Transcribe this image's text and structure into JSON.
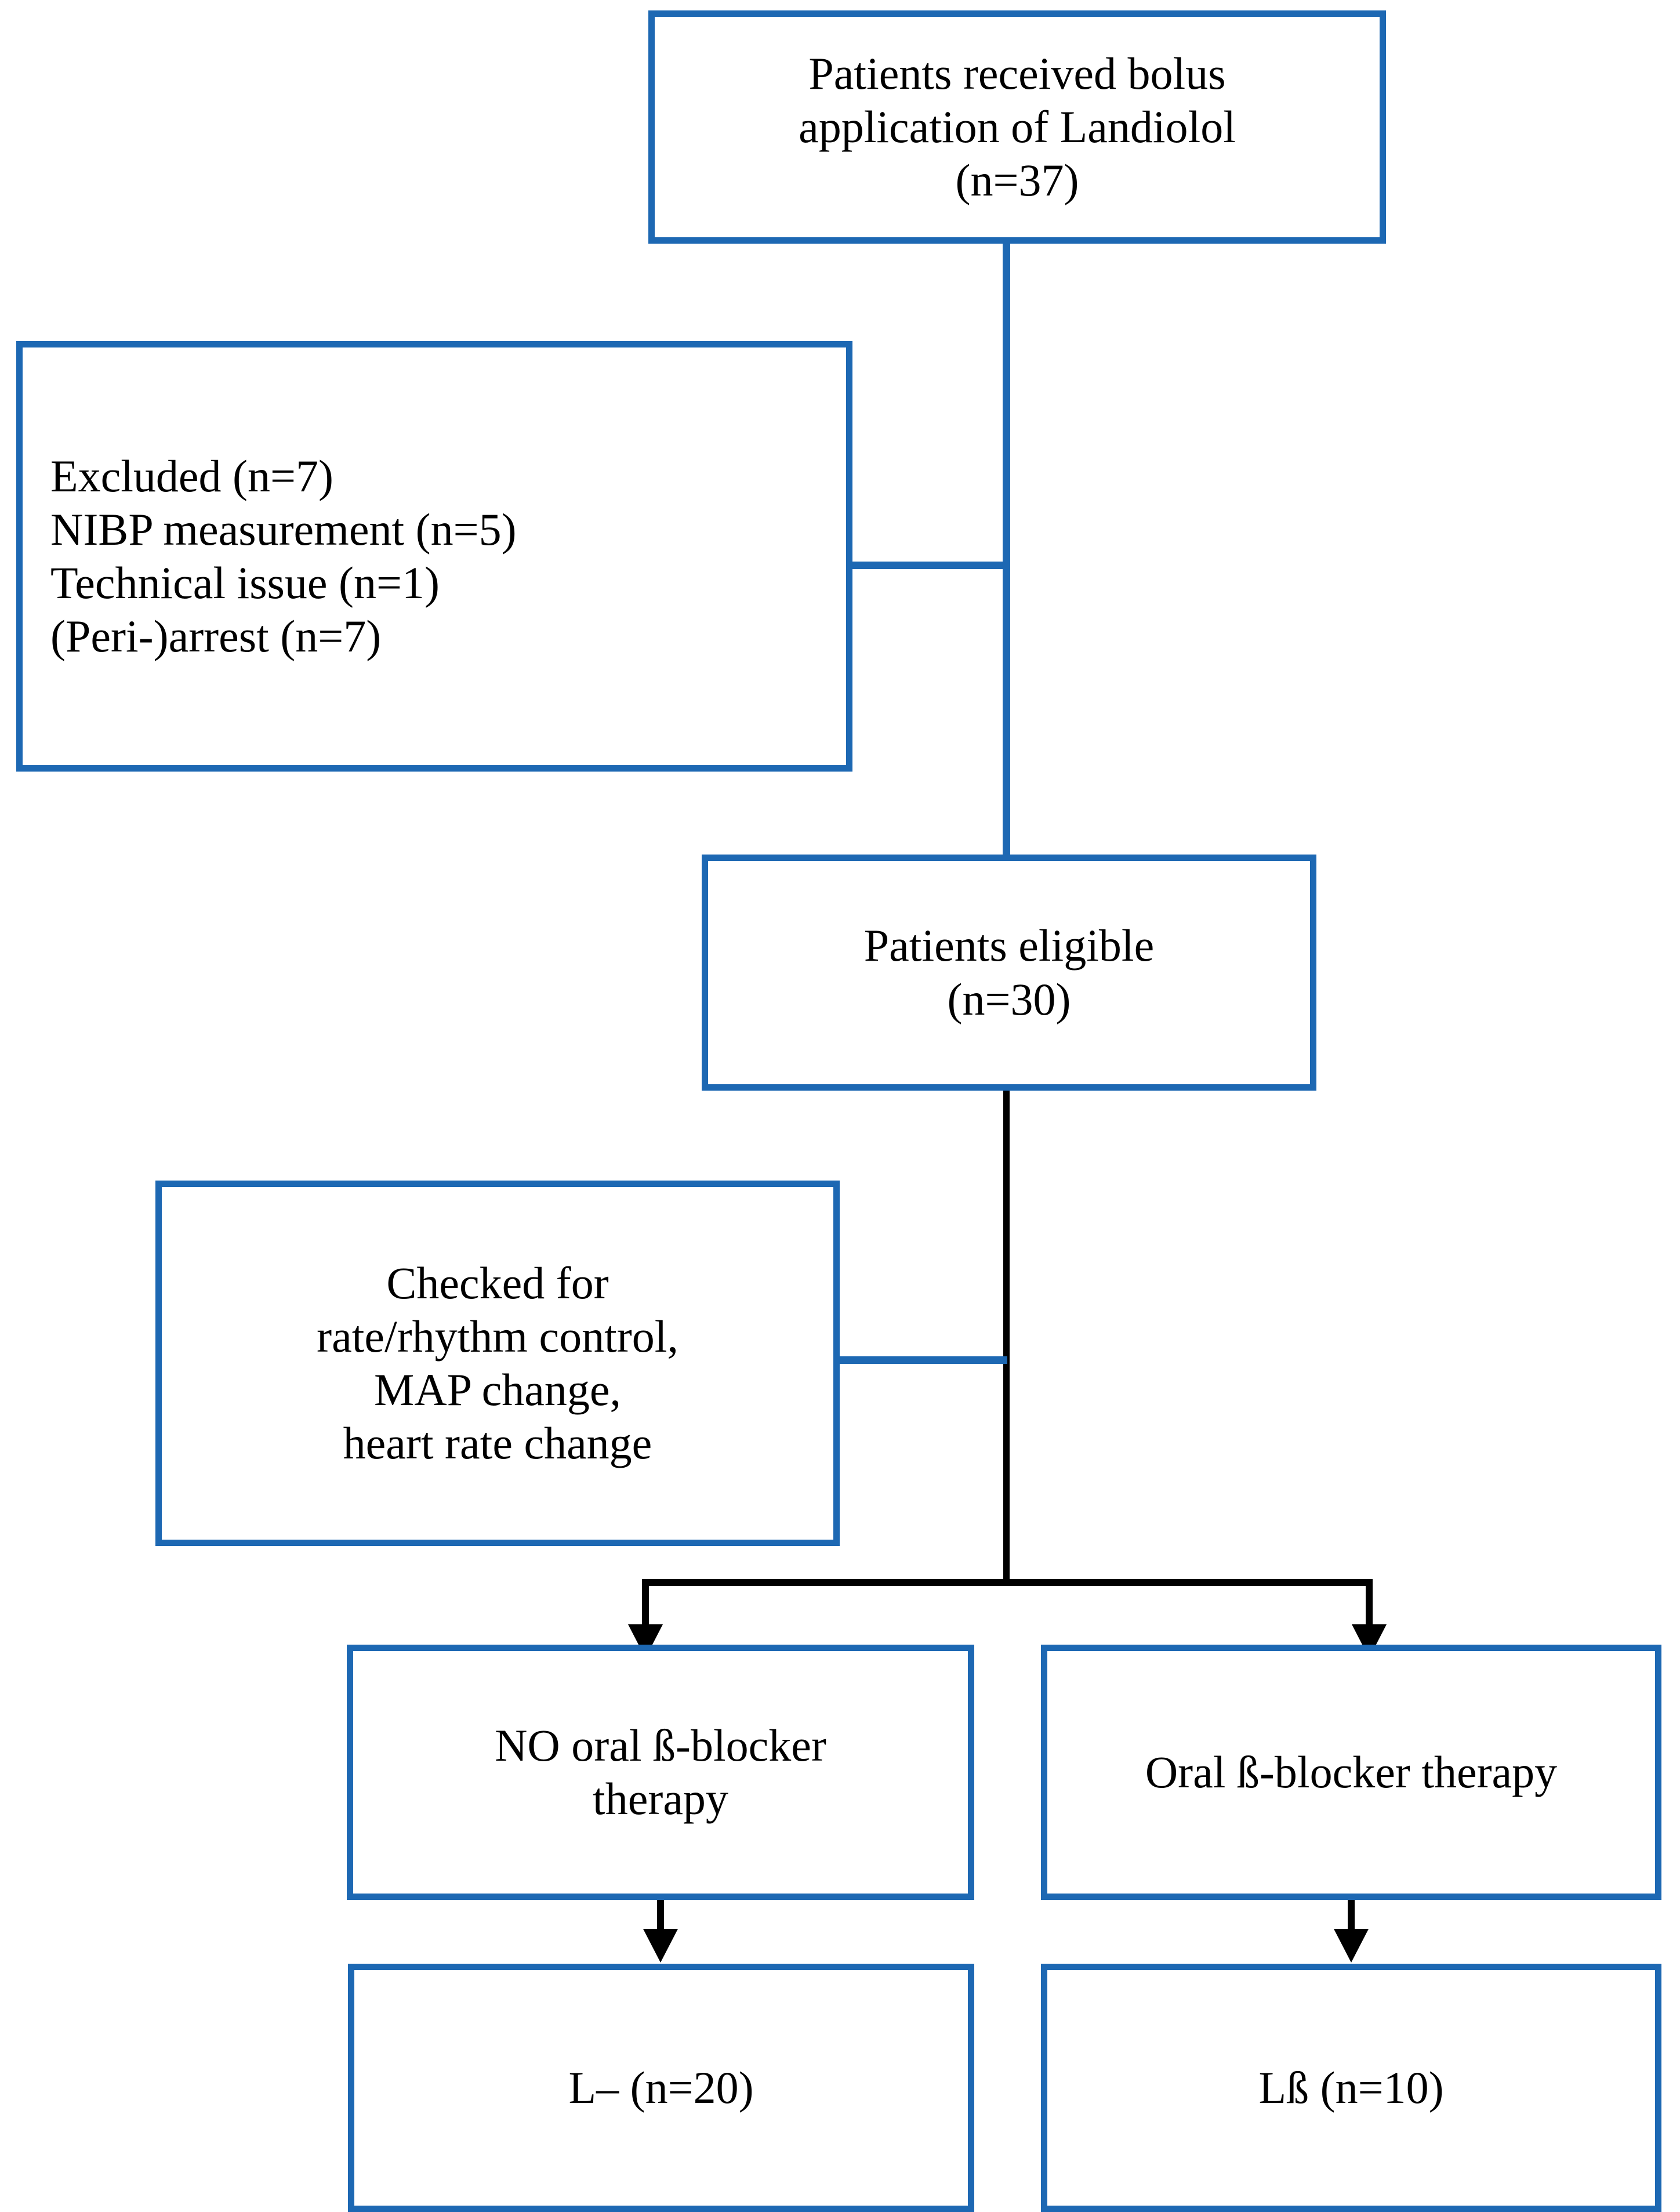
{
  "diagram": {
    "type": "flowchart",
    "title": "Patient enrollment and grouping flow",
    "accent_color": "#1d68b3",
    "line_color": "#000000",
    "background": "#ffffff",
    "nodes": {
      "top": {
        "id": "patients-received-bolus",
        "text": "Patients received bolus\napplication of Landiolol\n(n=37)",
        "count": 37
      },
      "excluded": {
        "id": "excluded",
        "text": "Excluded (n=7)\n  NIBP measurement (n=5)\n  Technical issue (n=1)\n  (Peri-)arrest (n=7)",
        "count": 7,
        "reasons": [
          {
            "label": "NIBP measurement",
            "count": 5
          },
          {
            "label": "Technical issue",
            "count": 1
          },
          {
            "label": "(Peri-)arrest",
            "count": 7
          }
        ]
      },
      "eligible": {
        "id": "patients-eligible",
        "text": "Patients eligible\n(n=30)",
        "count": 30
      },
      "checked": {
        "id": "checked-for",
        "text": "Checked for\nrate/rhythm control,\nMAP change,\nheart rate change",
        "criteria": [
          "rate/rhythm control",
          "MAP change",
          "heart rate change"
        ]
      },
      "left_arm": {
        "id": "no-oral-beta-blocker-therapy",
        "text": "NO oral ß-blocker\ntherapy"
      },
      "right_arm": {
        "id": "oral-beta-blocker-therapy",
        "text": "Oral ß-blocker therapy"
      },
      "left_end": {
        "id": "group-l-minus",
        "text": "L– (n=20)",
        "count": 20
      },
      "right_end": {
        "id": "group-l-beta",
        "text": "Lß (n=10)",
        "count": 10
      }
    }
  }
}
